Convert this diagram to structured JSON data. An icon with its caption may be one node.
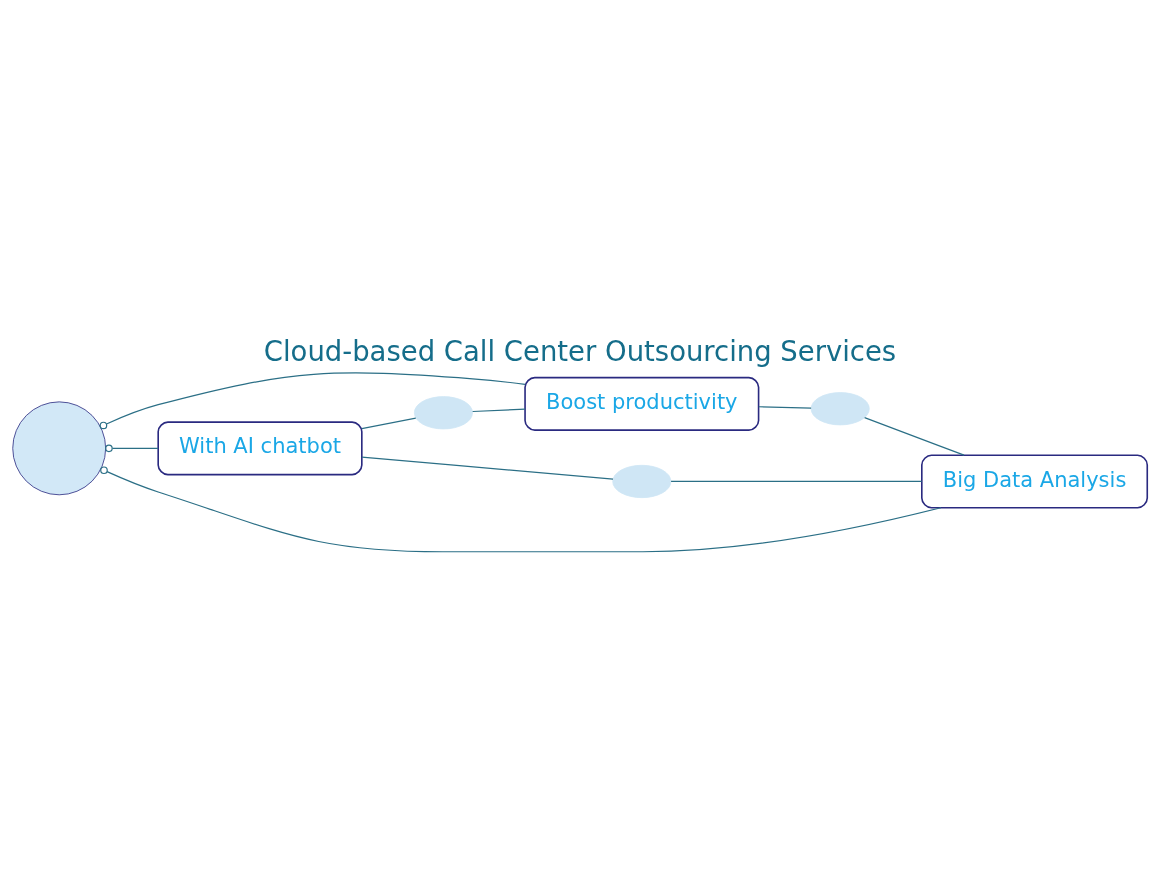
{
  "diagram": {
    "title": "Cloud-based Call Center Outsourcing Services",
    "nodes": [
      {
        "text": [
          "Boost productivity"
        ]
      },
      {
        "text": [],
        "shape": "cloud"
      },
      {
        "text": [
          "With AI chatbot"
        ]
      },
      {
        "text": [],
        "shape": "cloud"
      },
      {
        "text": [],
        "shape": "person"
      },
      {
        "text": [
          "Big Data Analysis"
        ]
      },
      {
        "text": [],
        "shape": "cloud"
      }
    ],
    "edges": [
      {
        "from": 2,
        "to": 1,
        "arrow": "none"
      },
      {
        "from": 1,
        "to": 0,
        "arrow": "none"
      },
      {
        "from": 0,
        "to": 3,
        "arrow": "none"
      },
      {
        "from": 3,
        "to": 5,
        "arrow": "none"
      },
      {
        "from": 2,
        "to": 6,
        "arrow": "none"
      },
      {
        "from": 6,
        "to": 5,
        "arrow": "none"
      },
      {
        "from": 4,
        "to": 0,
        "arrow": "other"
      },
      {
        "from": 4,
        "to": 2,
        "arrow": "other"
      },
      {
        "from": 4,
        "to": 5,
        "arrow": "other"
      }
    ]
  }
}
